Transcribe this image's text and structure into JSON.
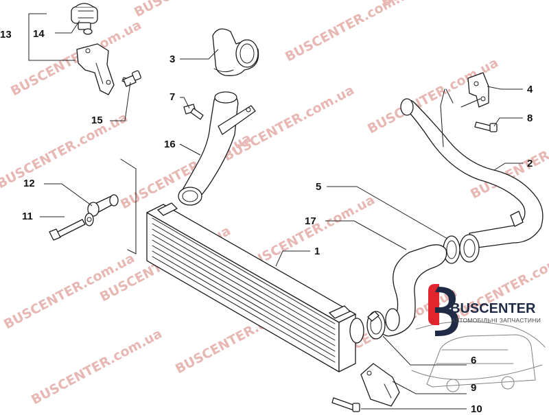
{
  "watermark": {
    "text": "BUSCENTER.com.ua",
    "color": "#e7b7b3"
  },
  "brand": {
    "name": "BUSCENTER",
    "tagline": "АВТОМОБІЛЬНІ ЗАПЧАСТИНИ",
    "accent_color": "#e0262c",
    "dark_color": "#1f2b45"
  },
  "callouts": [
    {
      "id": "13",
      "label": "13"
    },
    {
      "id": "14",
      "label": "14"
    },
    {
      "id": "15",
      "label": "15"
    },
    {
      "id": "3",
      "label": "3"
    },
    {
      "id": "7",
      "label": "7"
    },
    {
      "id": "16",
      "label": "16"
    },
    {
      "id": "12",
      "label": "12"
    },
    {
      "id": "11",
      "label": "11"
    },
    {
      "id": "1",
      "label": "1"
    },
    {
      "id": "4",
      "label": "4"
    },
    {
      "id": "8",
      "label": "8"
    },
    {
      "id": "2",
      "label": "2"
    },
    {
      "id": "5",
      "label": "5"
    },
    {
      "id": "17",
      "label": "17"
    },
    {
      "id": "6",
      "label": "6"
    },
    {
      "id": "9",
      "label": "9"
    },
    {
      "id": "10",
      "label": "10"
    }
  ]
}
